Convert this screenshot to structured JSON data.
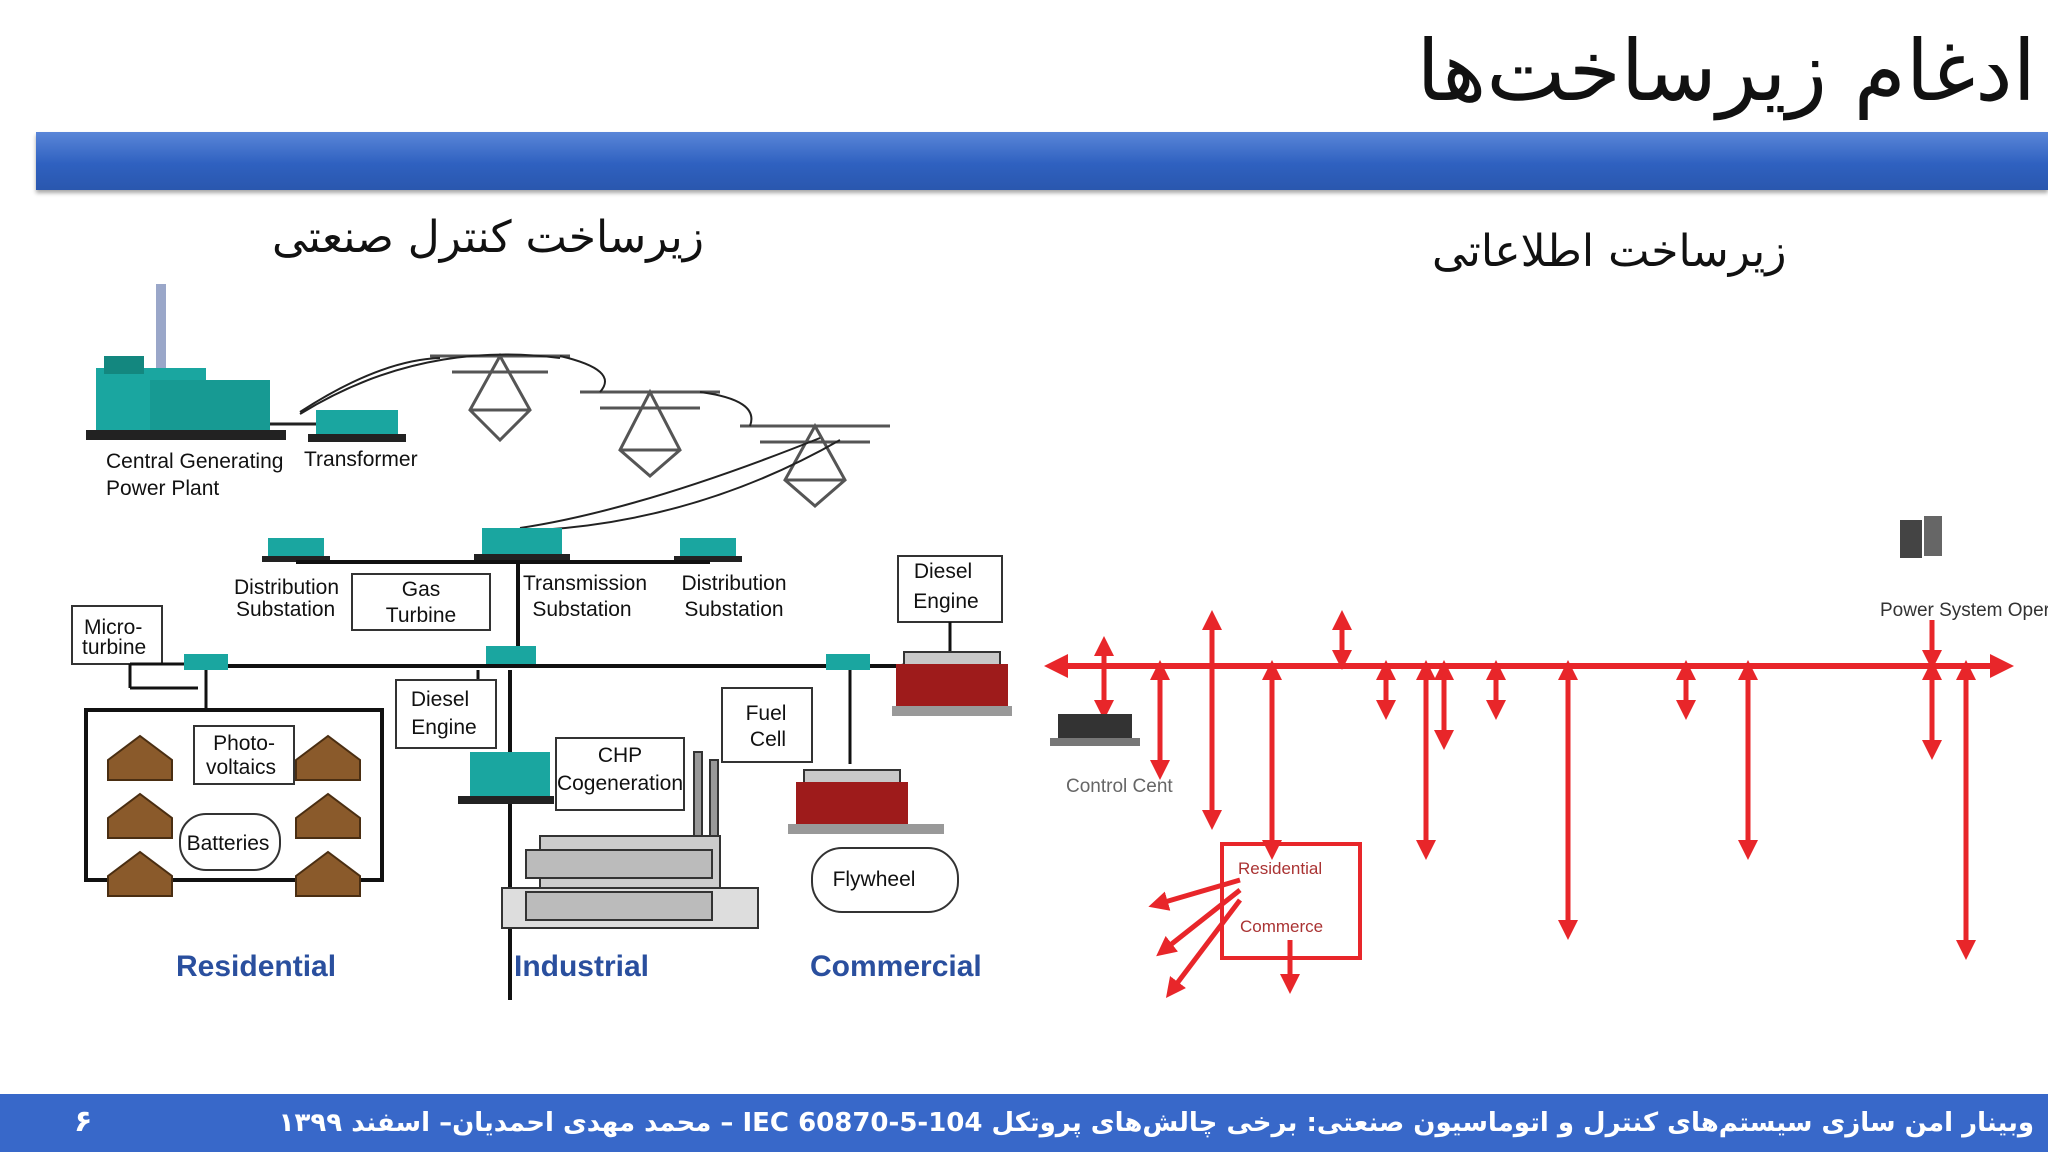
{
  "slide": {
    "title": "ادغام زیرساخت‌ها",
    "left_heading": "زیرساخت کنترل صنعتی",
    "right_heading": "زیرساخت اطلاعاتی"
  },
  "grid_diagram": {
    "central_plant": [
      "Central Generating",
      "Power Plant"
    ],
    "transformer": "Transformer",
    "distribution_substation_left": [
      "Distribution",
      "Substation"
    ],
    "gas_turbine": [
      "Gas",
      "Turbine"
    ],
    "transmission_substation": [
      "Transmission",
      "Substation"
    ],
    "distribution_substation_right": [
      "Distribution",
      "Substation"
    ],
    "diesel_engine_top": [
      "Diesel",
      "Engine"
    ],
    "micro_turbine": [
      "Micro-",
      "turbine"
    ],
    "photovoltaics": [
      "Photo-",
      "voltaics"
    ],
    "batteries": "Batteries",
    "diesel_engine_mid": [
      "Diesel",
      "Engine"
    ],
    "chp": [
      "CHP",
      "Cogeneration"
    ],
    "fuel_cell": [
      "Fuel",
      "Cell"
    ],
    "flywheel": "Flywheel",
    "residential": "Residential",
    "industrial": "Industrial",
    "commercial": "Commercial"
  },
  "network_diagram": {
    "operator_label": "Power System Opera",
    "control_center_label": "Control Cent",
    "box_label_1": "Residential",
    "box_label_2": "Commerce"
  },
  "footer": {
    "text": "وبینار امن سازی سیستم‌های کنترل و اتوماسیون صنعتی: برخی چالش‌های پروتکل  IEC 60870-5-104 – محمد مهدی احمدیان– اسفند  ۱۳۹۹",
    "page_number": "۶"
  },
  "colors": {
    "title_bar": "#2f61c0",
    "footer": "#3868c9",
    "equipment": "#1aa6a0",
    "network_red": "#e8262a",
    "category_blue": "#2a4f9e"
  }
}
